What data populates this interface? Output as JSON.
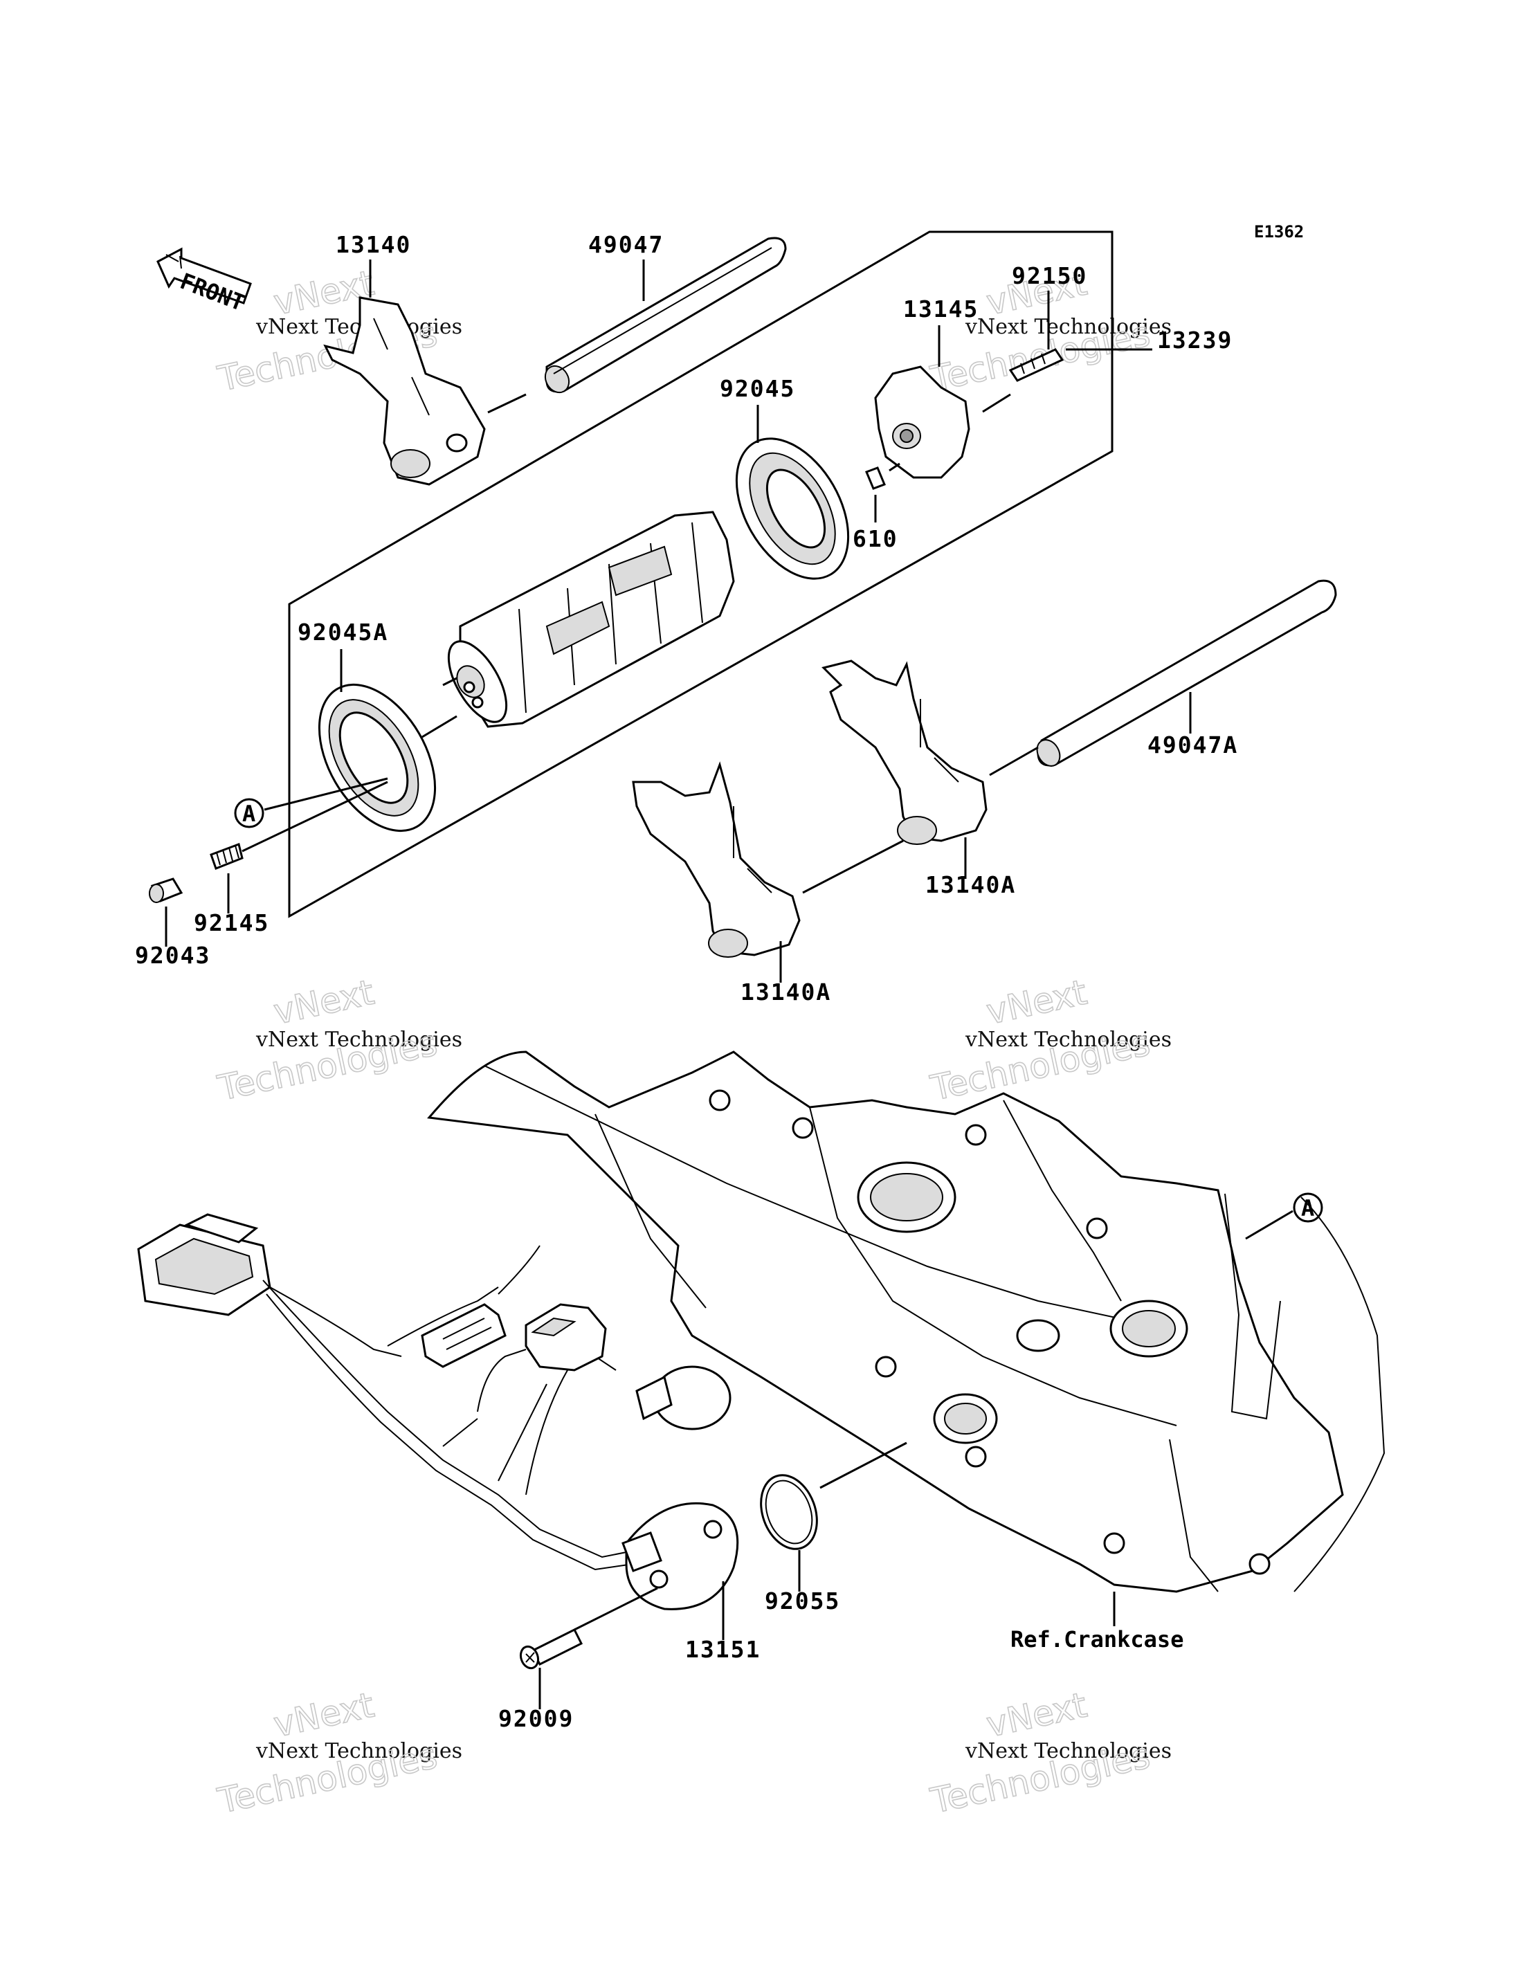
{
  "diagram_code": "E1362",
  "front_arrow_text": "FRONT",
  "reference_marker": "A",
  "reference_text": "Ref.Crankcase",
  "parts": [
    {
      "id": "13140",
      "label": "13140"
    },
    {
      "id": "49047",
      "label": "49047"
    },
    {
      "id": "92150",
      "label": "92150"
    },
    {
      "id": "13145",
      "label": "13145"
    },
    {
      "id": "13239",
      "label": "13239"
    },
    {
      "id": "92045",
      "label": "92045"
    },
    {
      "id": "610",
      "label": "610"
    },
    {
      "id": "92045A",
      "label": "92045A"
    },
    {
      "id": "49047A",
      "label": "49047A"
    },
    {
      "id": "13140A_upper",
      "label": "13140A"
    },
    {
      "id": "13140A_lower",
      "label": "13140A"
    },
    {
      "id": "92145",
      "label": "92145"
    },
    {
      "id": "92043",
      "label": "92043"
    },
    {
      "id": "92055",
      "label": "92055"
    },
    {
      "id": "13151",
      "label": "13151"
    },
    {
      "id": "92009",
      "label": "92009"
    }
  ],
  "watermark": {
    "brand": "vNext",
    "company": "vNext Technologies",
    "word": "Technologies"
  }
}
